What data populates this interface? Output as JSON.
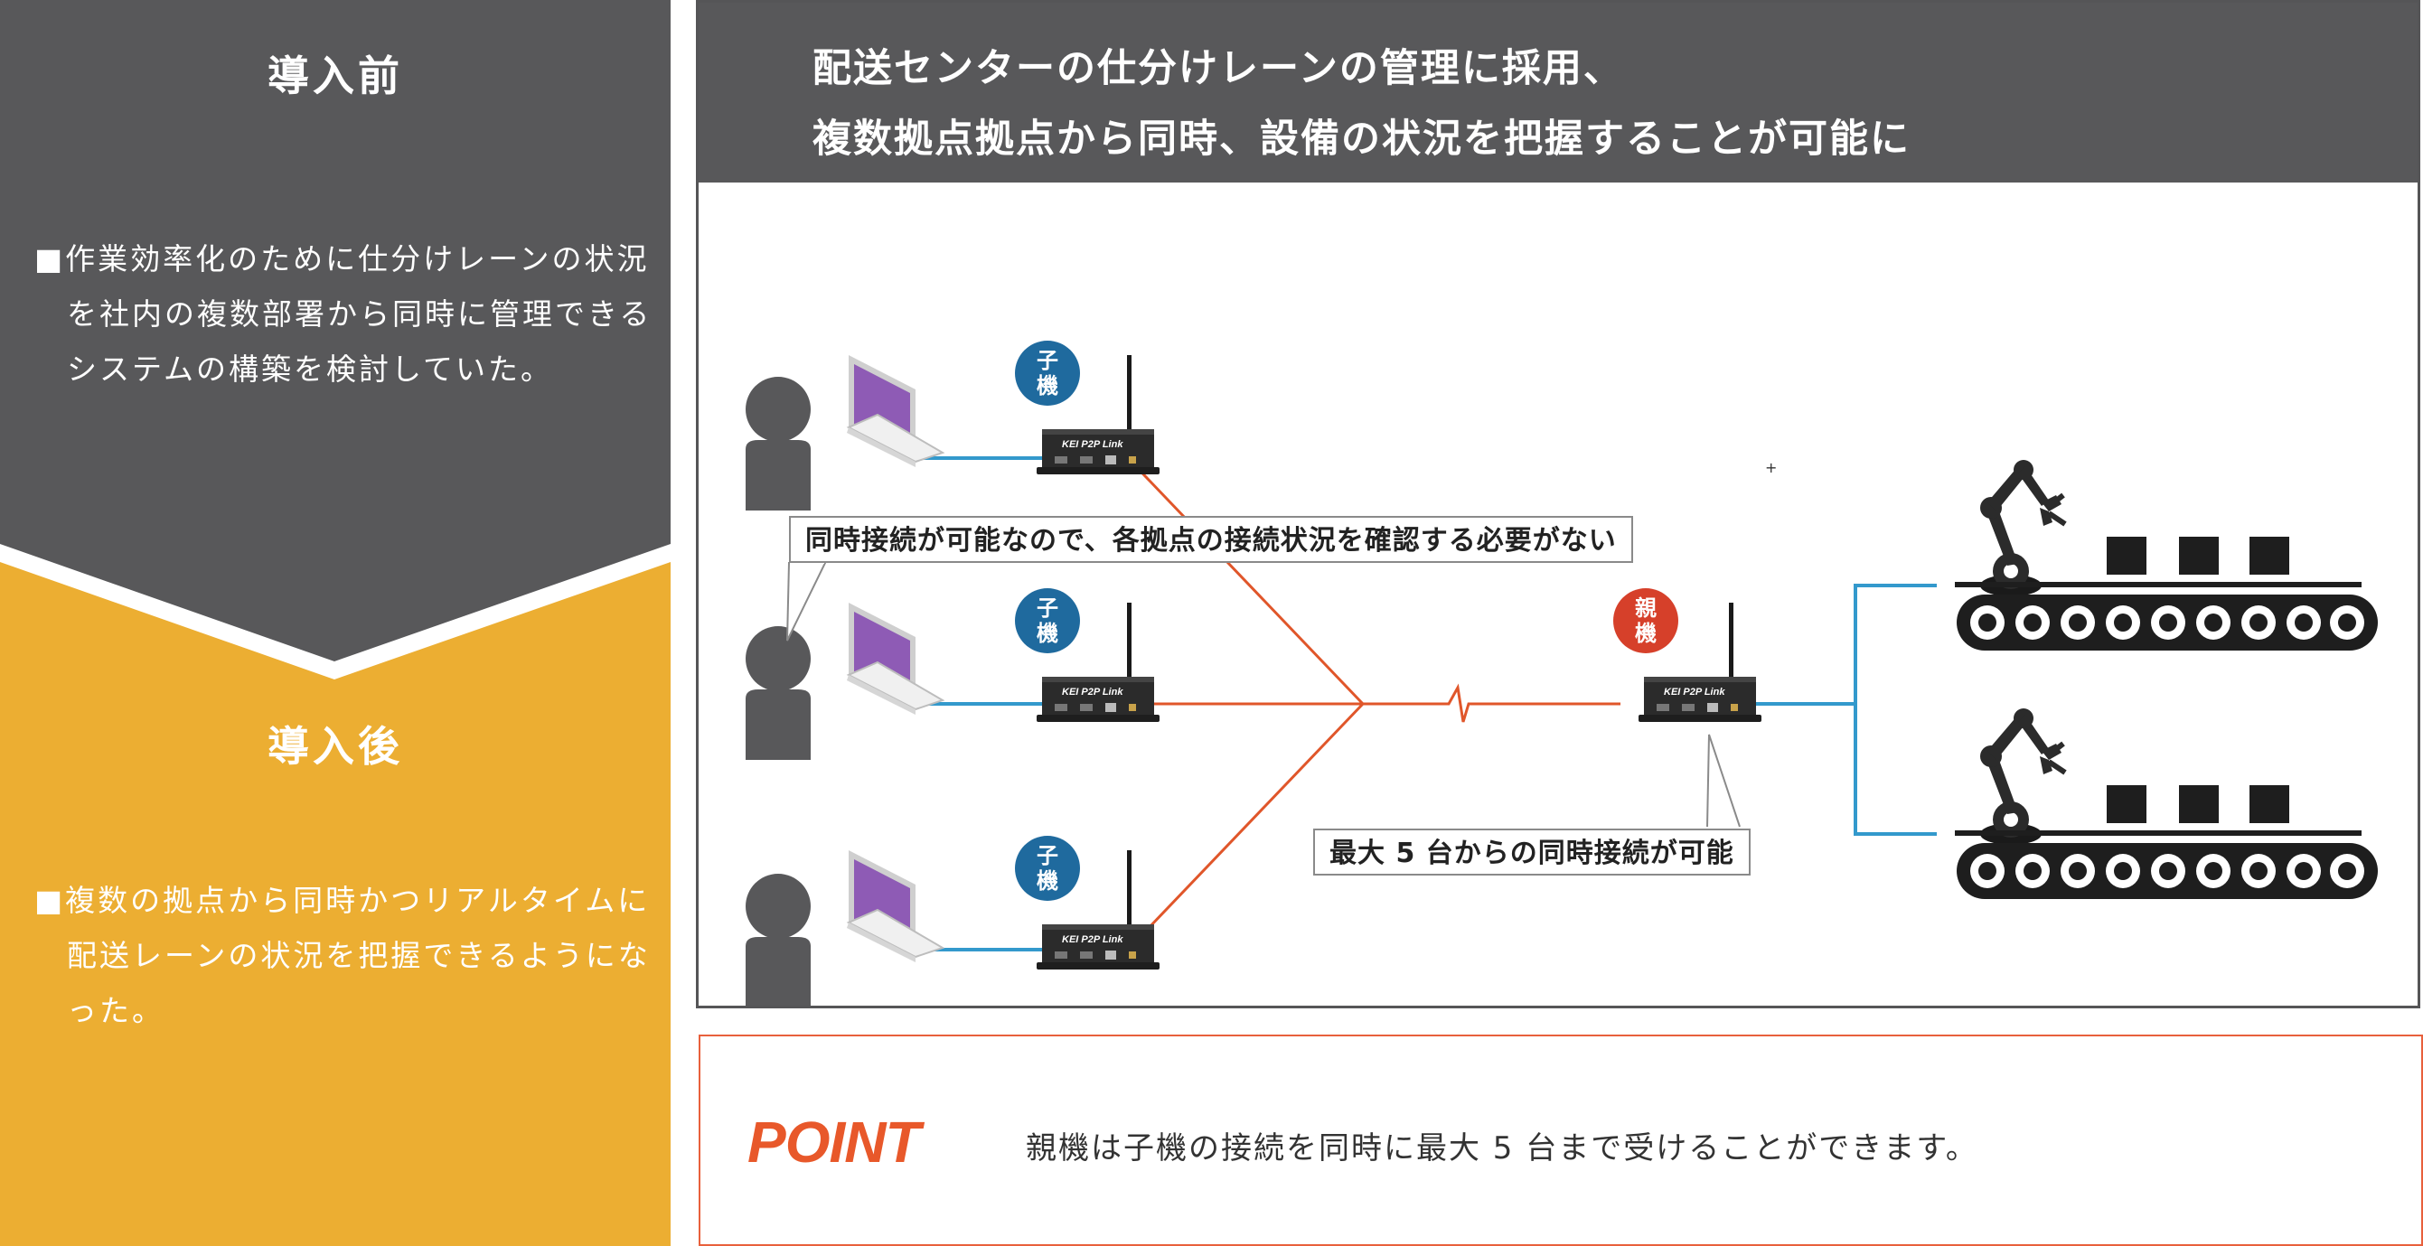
{
  "colors": {
    "before_bg": "#58585a",
    "after_bg": "#ecae32",
    "header_bg": "#58585a",
    "lan_line": "#3399cc",
    "wireless_line": "#e0562a",
    "child_badge": "#1f6a9e",
    "parent_badge": "#d6402a",
    "laptop_screen": "#8e5bb5",
    "point_accent": "#e8582a"
  },
  "before": {
    "heading": "導入前",
    "text": "■作業効率化のために仕分けレーンの状況を社内の複数部署から同時に管理できるシステムの構築を検討していた。"
  },
  "after": {
    "heading": "導入後",
    "text": "■複数の拠点から同時かつリアルタイムに配送レーンの状況を把握できるようになった。"
  },
  "diagram": {
    "title_line1": "配送センターの仕分けレーンの管理に採用、",
    "title_line2": "複数拠点拠点から同時、設備の状況を把握することが可能に",
    "callout_simultaneous": "同時接続が可能なので、各拠点の接続状況を確認する必要がない",
    "callout_max": "最大 5 台からの同時接続が可能",
    "child_label": "子機",
    "parent_label": "親機",
    "device_brand": "KEI P2P Link",
    "icons": [
      "user-icon",
      "laptop-icon",
      "router-icon",
      "robot-arm-icon",
      "conveyor-icon"
    ]
  },
  "point": {
    "label": "POINT",
    "text": "親機は子機の接続を同時に最大 5 台まで受けることができます。"
  }
}
